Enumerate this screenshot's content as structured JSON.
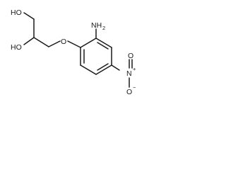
{
  "molecule": {
    "atoms": {
      "ho_top": "HO",
      "ho_mid": "HO",
      "o_ether": "O",
      "nh2_main": "NH",
      "nh2_sub": "2",
      "n_nitro": "N",
      "o_nitro_top": "O",
      "o_nitro_bottom": "O",
      "plus": "+",
      "minus": "−"
    }
  }
}
